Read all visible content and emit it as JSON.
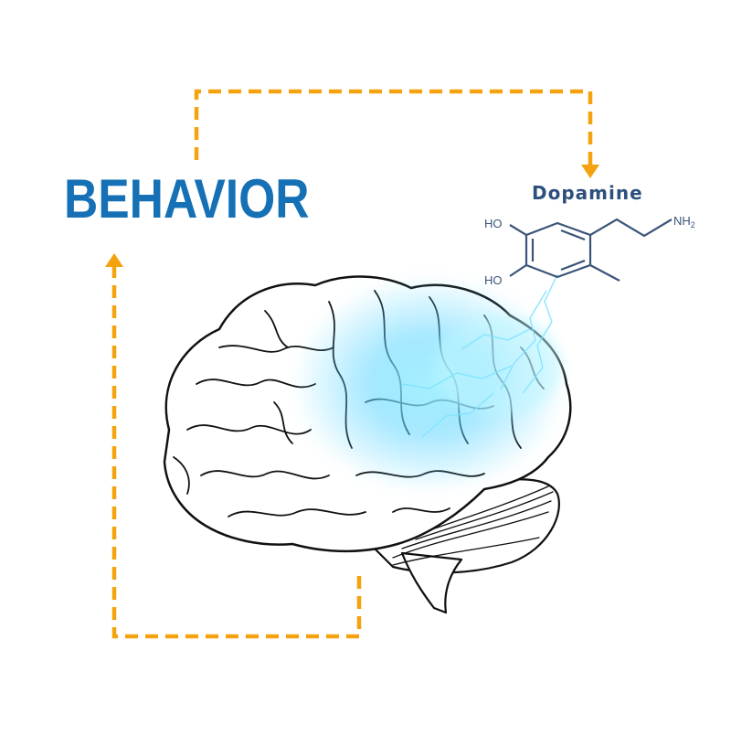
{
  "diagram": {
    "behavior_label": "BEHAVIOR",
    "molecule": {
      "name": "Dopamine",
      "group_ho_top": "HO",
      "group_ho_bottom": "HO",
      "group_nh2": "NH",
      "group_nh2_sub": "2"
    },
    "feedback_loop": {
      "from": "BEHAVIOR",
      "to": "Dopamine",
      "returns_via": "brain"
    },
    "brain_illustration": "brain-with-glow"
  },
  "colors": {
    "behavior_text": "#1570b5",
    "dopamine_text": "#2d4f7c",
    "arrow": "#f5a20f",
    "molecule_lines": "#3a5478",
    "brain_outline": "#111111",
    "glow": "#5fd6ff"
  }
}
